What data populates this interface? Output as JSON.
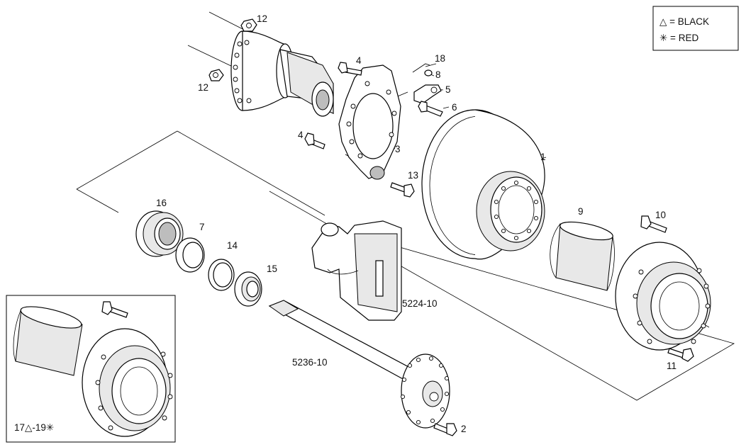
{
  "legend": {
    "black": "△ = BLACK",
    "red": "✳ = RED"
  },
  "callouts": {
    "p1": "1",
    "p2": "2",
    "p3": "3",
    "p4a": "4",
    "p4b": "4",
    "p5": "5",
    "p6": "6",
    "p7": "7",
    "p8": "8",
    "p9": "9",
    "p10": "10",
    "p11": "11",
    "p12a": "12",
    "p12b": "12",
    "p13": "13",
    "p14": "14",
    "p15": "15",
    "p16": "16",
    "p18": "18",
    "caliper": "5224-10",
    "shaft": "5236-10",
    "inset": "17△-19✳"
  }
}
